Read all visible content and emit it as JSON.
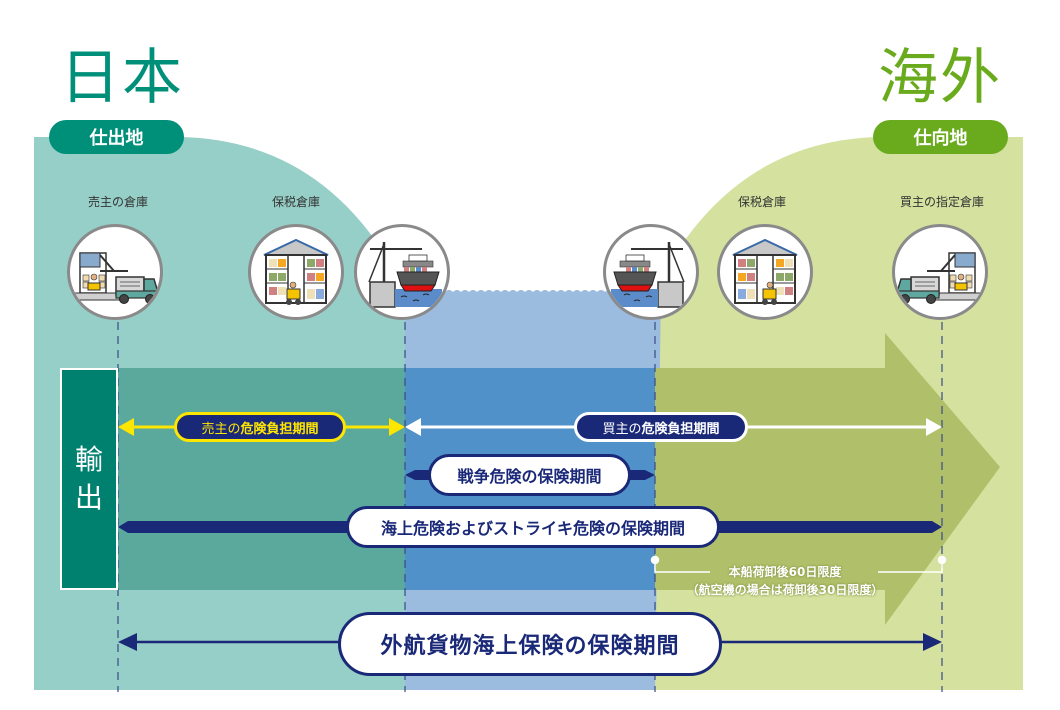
{
  "regions": {
    "japan": {
      "title": "日本",
      "place": "仕出地",
      "color": "#00907a",
      "bg_color": "#96cfc7"
    },
    "overseas": {
      "title": "海外",
      "place": "仕向地",
      "color": "#6aab1e",
      "bg_color": "#d4e19f"
    },
    "sea": {
      "bg_color": "#9bbbdf"
    }
  },
  "locations": [
    {
      "label": "売主の倉庫",
      "icon": "warehouse-truck-icon"
    },
    {
      "label": "保税倉庫",
      "icon": "bonded-warehouse-icon"
    },
    {
      "label": "",
      "icon": "port-ship-icon"
    },
    {
      "label": "",
      "icon": "port-ship-icon"
    },
    {
      "label": "保税倉庫",
      "icon": "bonded-warehouse-icon"
    },
    {
      "label": "買主の指定倉庫",
      "icon": "warehouse-truck-icon"
    }
  ],
  "export_label": [
    "輸",
    "出"
  ],
  "periods": {
    "seller_risk": {
      "prefix": "売主の",
      "emph": "危険負担期間",
      "color": "#ffe600"
    },
    "buyer_risk": {
      "prefix": "買主の",
      "emph": "危険負担期間",
      "color": "#ffffff"
    },
    "war_risk": {
      "label": "戦争危険の保険期間"
    },
    "marine_strike": {
      "label": "海上危険およびストライキ危険の保険期間"
    },
    "cargo_insurance": {
      "label": "外航貨物海上保険の保険期間"
    }
  },
  "note": {
    "line1": "本船荷卸後60日限度",
    "line2": "（航空機の場合は荷卸後30日限度）"
  },
  "colors": {
    "navy": "#1a2878",
    "band_left": "#5ba89c",
    "band_mid": "#4f91c8",
    "band_right": "#b0bf6a",
    "export_box": "#00806f"
  }
}
